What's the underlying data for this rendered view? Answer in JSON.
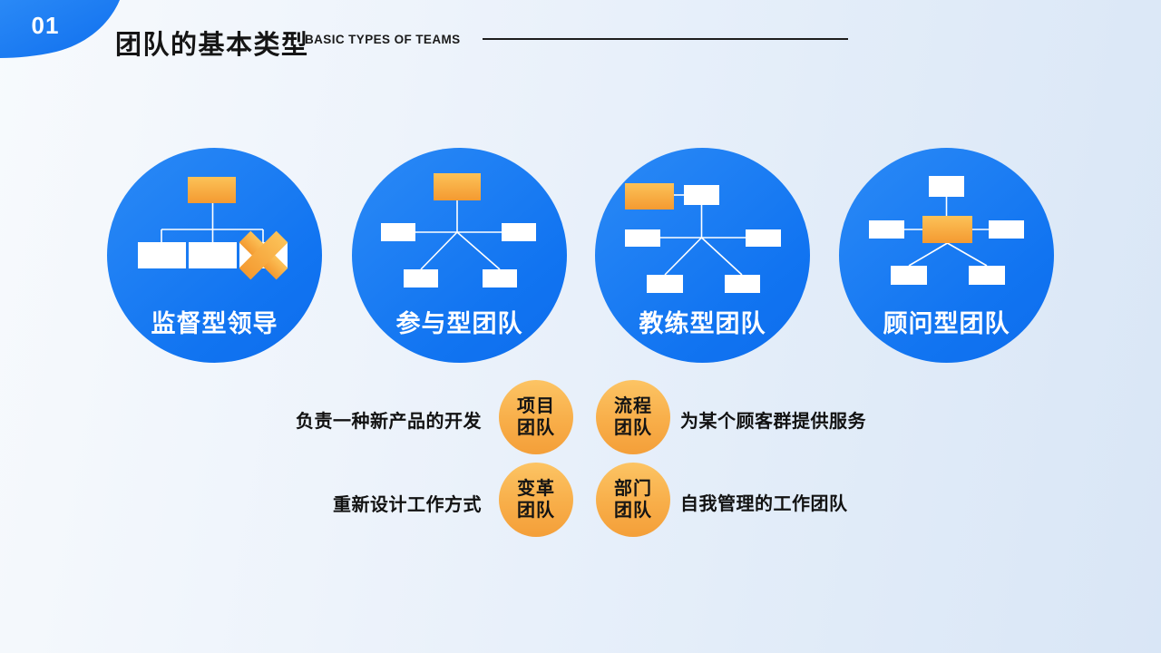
{
  "slide": {
    "page_number": "01",
    "title": "团队的基本类型",
    "subtitle": "BASIC TYPES OF TEAMS"
  },
  "colors": {
    "primary_blue": "#1577f2",
    "accent_orange": "#f6a43c",
    "text_dark": "#141414",
    "circle_label_white": "#ffffff",
    "background_light": "#e9f0fa"
  },
  "team_circles": [
    {
      "label": "监督型领导",
      "icon": "org-chart-crossed-member-icon"
    },
    {
      "label": "参与型团队",
      "icon": "org-chart-leader-hub-icon"
    },
    {
      "label": "教练型团队",
      "icon": "org-chart-coach-side-icon"
    },
    {
      "label": "顾问型团队",
      "icon": "org-chart-advisor-center-icon"
    }
  ],
  "team_types": [
    {
      "name_line1": "项目",
      "name_line2": "团队",
      "description": "负责一种新产品的开发",
      "description_side": "left"
    },
    {
      "name_line1": "流程",
      "name_line2": "团队",
      "description": "为某个顾客群提供服务",
      "description_side": "right"
    },
    {
      "name_line1": "变革",
      "name_line2": "团队",
      "description": "重新设计工作方式",
      "description_side": "left"
    },
    {
      "name_line1": "部门",
      "name_line2": "团队",
      "description": "自我管理的工作团队",
      "description_side": "right"
    }
  ]
}
